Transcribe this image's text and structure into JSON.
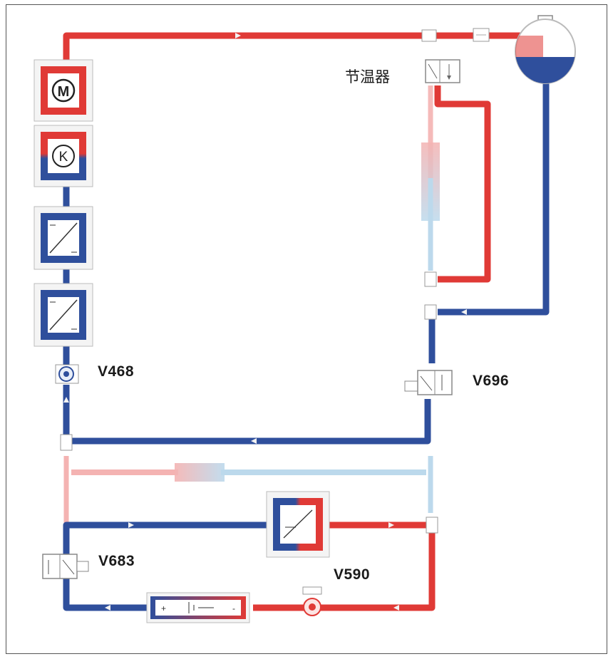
{
  "labels": {
    "thermostat": "节温器",
    "v468": "V468",
    "v696": "V696",
    "v683": "V683",
    "v590": "V590"
  },
  "icons": {
    "motor": "M",
    "cooler": "K"
  },
  "colors": {
    "hot": "#e03a36",
    "cold": "#2f4f9c",
    "hot_faded": "#f4b3b2",
    "cold_faded": "#bcd9ec",
    "frame": "#555555"
  }
}
